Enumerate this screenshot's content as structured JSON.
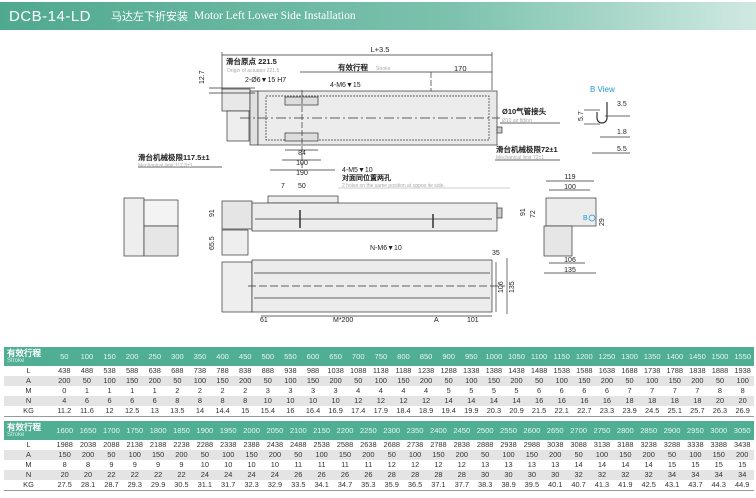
{
  "header": {
    "model": "DCB-14-LD",
    "title_cn": "马达左下折安装",
    "title_en": "Motor Left Lower Side Installation"
  },
  "drawing": {
    "L_total": "L+3.5",
    "origin_cn": "滑台原点 221.5",
    "origin_en": "Origin of actuator 221.5",
    "stroke_cn": "有效行程",
    "stroke_en": "Stroke",
    "dim_170": "170",
    "dim_12_7": "12.7",
    "pin_holes": "2-Ø6▼15 H7",
    "m6_holes": "4-M6▼15",
    "dim_84": "84",
    "dim_100": "100",
    "dim_190": "190",
    "mech_limit_left_cn": "滑台机械极限117.5±1",
    "mech_limit_left_en": "Mechanical limit 117.5±1",
    "air_fitting_cn": "Ø10气管接头",
    "air_fitting_en": "Ø10 air fitting",
    "mech_limit_right_cn": "滑台机械极限72±1",
    "mech_limit_right_en": "Mechanical limit 72±1",
    "b_view": "B View",
    "b_dims": [
      "3.5",
      "5.7",
      "1.8",
      "5.5"
    ],
    "m5_holes": "4-M5▼10",
    "m5_cn": "对面同位置两孔",
    "m5_en": "2 holes on the same position at oppos ite side.",
    "dim_7": "7",
    "dim_50": "50",
    "dim_91": "91",
    "dim_65_5": "65.5",
    "n_holes": "N-M6▼10",
    "dim_35": "35",
    "dim_106": "106",
    "dim_135": "135",
    "dim_61": "61",
    "dim_m200": "M*200",
    "dim_a": "A",
    "dim_101": "101",
    "end": {
      "w119": "119",
      "w100": "100",
      "h91": "91",
      "h72": "72",
      "h29": "29",
      "w106": "106",
      "w135": "135",
      "b": "B"
    }
  },
  "tables": [
    {
      "label_cn": "有效行程",
      "label_en": "Stroke",
      "strokes": [
        50,
        100,
        150,
        200,
        250,
        300,
        350,
        400,
        450,
        500,
        550,
        600,
        650,
        700,
        750,
        800,
        850,
        900,
        950,
        1000,
        1050,
        1100,
        1150,
        1200,
        1250,
        1300,
        1350,
        1400,
        1450,
        1500,
        1550
      ],
      "rows": [
        {
          "name": "L",
          "values": [
            438,
            488,
            538,
            588,
            638,
            688,
            738,
            788,
            838,
            888,
            938,
            988,
            1038,
            1088,
            1138,
            1188,
            1238,
            1288,
            1338,
            1388,
            1438,
            1488,
            1538,
            1588,
            1638,
            1688,
            1738,
            1788,
            1838,
            1888,
            1938
          ]
        },
        {
          "name": "A",
          "values": [
            200,
            50,
            100,
            150,
            200,
            50,
            100,
            150,
            200,
            50,
            100,
            150,
            200,
            50,
            100,
            150,
            200,
            50,
            100,
            150,
            200,
            50,
            100,
            150,
            200,
            50,
            100,
            150,
            200,
            50,
            100
          ]
        },
        {
          "name": "M",
          "values": [
            0,
            1,
            1,
            1,
            1,
            2,
            2,
            2,
            2,
            3,
            3,
            3,
            3,
            4,
            4,
            4,
            4,
            5,
            5,
            5,
            5,
            6,
            6,
            6,
            6,
            7,
            7,
            7,
            7,
            8,
            8
          ]
        },
        {
          "name": "N",
          "values": [
            4,
            6,
            6,
            6,
            6,
            8,
            8,
            8,
            8,
            10,
            10,
            10,
            10,
            12,
            12,
            12,
            12,
            14,
            14,
            14,
            14,
            16,
            16,
            16,
            16,
            18,
            18,
            18,
            18,
            20,
            20
          ]
        },
        {
          "name": "KG",
          "values": [
            11.2,
            11.6,
            12,
            12.5,
            13,
            13.5,
            14,
            14.4,
            15,
            15.4,
            16,
            16.4,
            16.9,
            17.4,
            17.9,
            18.4,
            18.9,
            19.4,
            19.9,
            20.3,
            20.9,
            21.5,
            22.1,
            22.7,
            23.3,
            23.9,
            24.5,
            25.1,
            25.7,
            26.3,
            26.9
          ]
        }
      ]
    },
    {
      "label_cn": "有效行程",
      "label_en": "Stroke",
      "strokes": [
        1600,
        1650,
        1700,
        1750,
        1800,
        1850,
        1900,
        1950,
        2000,
        2050,
        2100,
        2150,
        2200,
        2250,
        2300,
        2350,
        2400,
        2450,
        2500,
        2550,
        2600,
        2650,
        2700,
        2750,
        2800,
        2850,
        2900,
        2950,
        3000,
        3050
      ],
      "rows": [
        {
          "name": "L",
          "values": [
            1988,
            2038,
            2088,
            2138,
            2188,
            2238,
            2288,
            2338,
            2388,
            2438,
            2488,
            2538,
            2588,
            2638,
            2688,
            2738,
            2788,
            2838,
            2888,
            2938,
            2988,
            3038,
            3088,
            3138,
            3188,
            3238,
            3288,
            3338,
            3388,
            3438
          ]
        },
        {
          "name": "A",
          "values": [
            150,
            200,
            50,
            100,
            150,
            200,
            50,
            100,
            150,
            200,
            50,
            100,
            150,
            200,
            50,
            100,
            150,
            200,
            50,
            100,
            150,
            200,
            50,
            100,
            150,
            200,
            50,
            100,
            150,
            200
          ]
        },
        {
          "name": "M",
          "values": [
            8,
            8,
            9,
            9,
            9,
            9,
            10,
            10,
            10,
            10,
            11,
            11,
            11,
            11,
            12,
            12,
            12,
            12,
            13,
            13,
            13,
            13,
            14,
            14,
            14,
            14,
            15,
            15,
            15,
            15
          ]
        },
        {
          "name": "N",
          "values": [
            20,
            20,
            22,
            22,
            22,
            22,
            24,
            24,
            24,
            24,
            26,
            26,
            26,
            26,
            28,
            28,
            28,
            28,
            30,
            30,
            30,
            30,
            32,
            32,
            32,
            32,
            34,
            34,
            34,
            34
          ]
        },
        {
          "name": "KG",
          "values": [
            27.5,
            28.1,
            28.7,
            29.3,
            29.9,
            30.5,
            31.1,
            31.7,
            32.3,
            32.9,
            33.5,
            34.1,
            34.7,
            35.3,
            35.9,
            36.5,
            37.1,
            37.7,
            38.3,
            38.9,
            39.5,
            40.1,
            40.7,
            41.3,
            41.9,
            42.5,
            43.1,
            43.7,
            44.3,
            44.9
          ]
        }
      ]
    }
  ],
  "colors": {
    "accent": "#4fae94",
    "b_view": "#1a9ad6"
  }
}
